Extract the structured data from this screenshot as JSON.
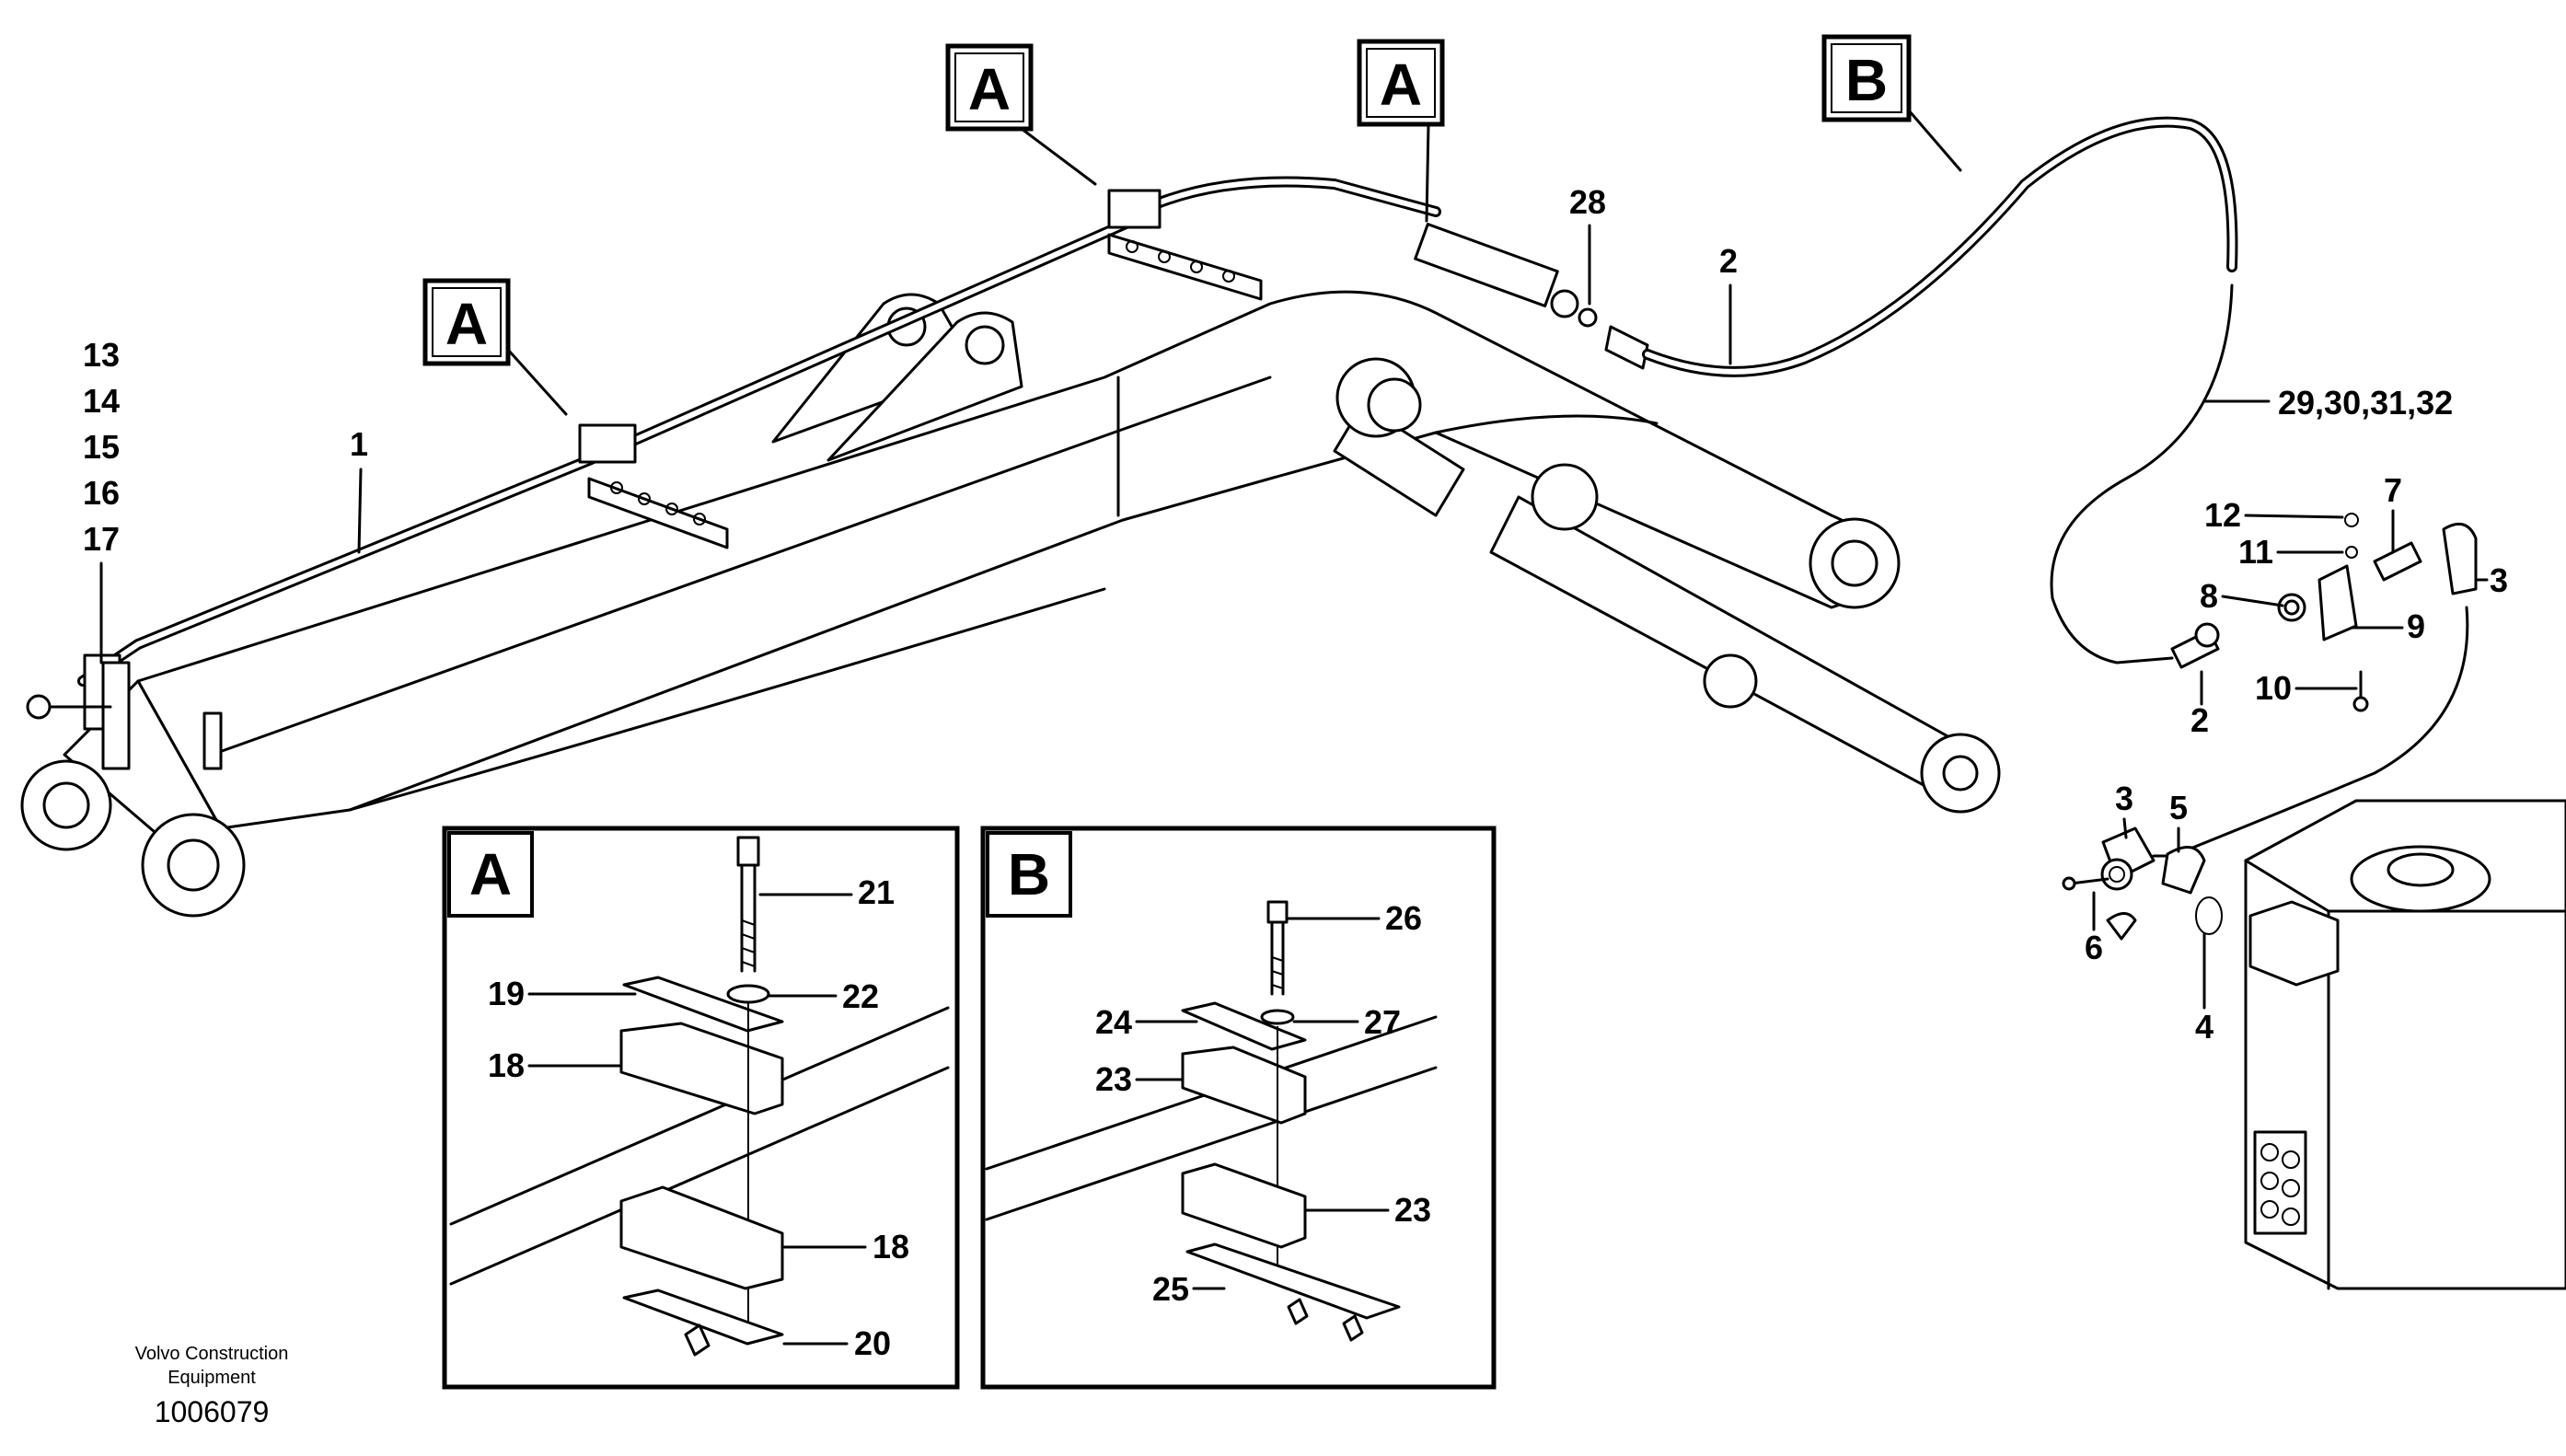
{
  "footer": {
    "company": "Volvo Construction",
    "company_line2": "Equipment",
    "drawing_number": "1006079"
  },
  "reference_labels": {
    "a1": "A",
    "a2": "A",
    "a3": "A",
    "b1": "B"
  },
  "callouts": {
    "c13": "13",
    "c14": "14",
    "c15": "15",
    "c16": "16",
    "c17": "17",
    "c1": "1",
    "c28": "28",
    "c2top": "2",
    "c29": "29,30,31,32",
    "c12": "12",
    "c7": "7",
    "c11": "11",
    "c8": "8",
    "c3r": "3",
    "c9": "9",
    "c10": "10",
    "c2b": "2",
    "c3": "3",
    "c5": "5",
    "c6": "6",
    "c4": "4"
  },
  "detail_a": {
    "title": "A",
    "labels": {
      "c21": "21",
      "c19": "19",
      "c22": "22",
      "c18a": "18",
      "c18b": "18",
      "c20": "20"
    }
  },
  "detail_b": {
    "title": "B",
    "labels": {
      "c26": "26",
      "c24": "24",
      "c27": "27",
      "c23a": "23",
      "c23b": "23",
      "c25": "25"
    }
  }
}
